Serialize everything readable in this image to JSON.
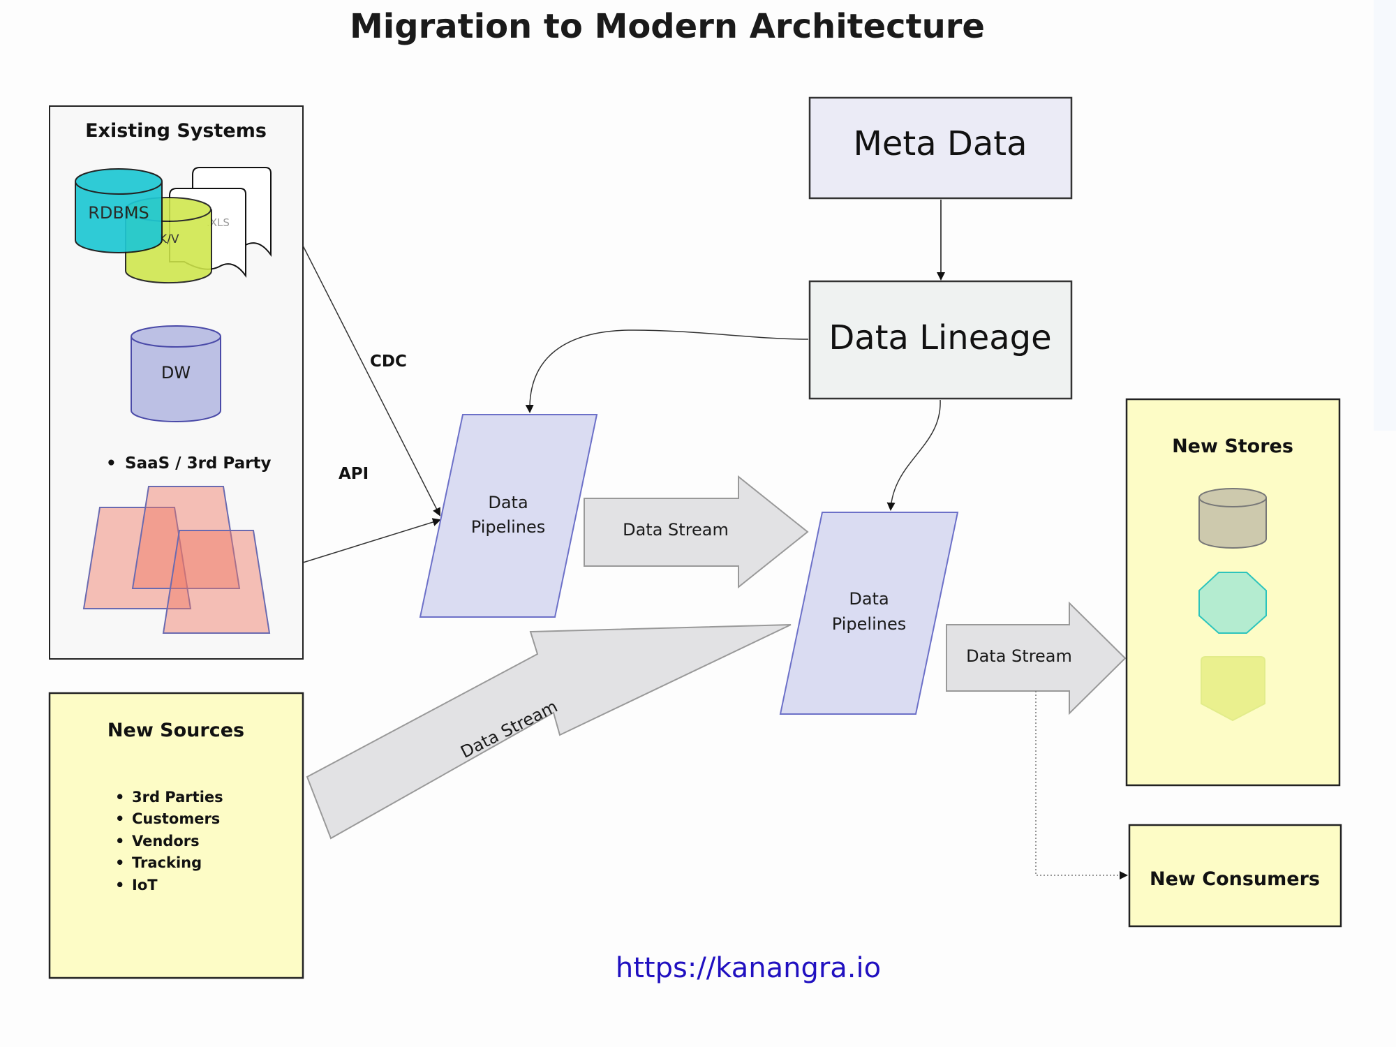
{
  "title": "Migration to Modern Architecture",
  "existing_systems": {
    "heading": "Existing Systems",
    "rdbms_label": "RDBMS",
    "kv_label": "K/V",
    "xls_label": ".XLS",
    "dw_label": "DW",
    "saas_bullet": "•",
    "saas_label": "SaaS / 3rd Party"
  },
  "connectors": {
    "cdc_label": "CDC",
    "api_label": "API"
  },
  "meta_data": {
    "label": "Meta Data"
  },
  "data_lineage": {
    "label": "Data Lineage"
  },
  "pipeline_1": {
    "line1": "Data",
    "line2": "Pipelines"
  },
  "pipeline_2": {
    "line1": "Data",
    "line2": "Pipelines"
  },
  "stream_1": {
    "label": "Data Stream"
  },
  "stream_2": {
    "label": "Data Stream"
  },
  "stream_3": {
    "label": "Data Stream"
  },
  "new_sources": {
    "heading": "New Sources",
    "bullet": "•",
    "items": [
      "3rd Parties",
      "Customers",
      "Vendors",
      "Tracking",
      "IoT"
    ]
  },
  "new_stores": {
    "heading": "New Stores"
  },
  "new_consumers": {
    "label": "New Consumers"
  },
  "footer": {
    "url": "https://kanangra.io"
  },
  "colors": {
    "rdbms": "#1ec8d4",
    "kv": "#cfe64a",
    "dw": "#bcc0e4",
    "pipeline": "#dadcf2",
    "stream": "#e2e2e4",
    "yellow_box": "#fdfcc6",
    "url": "#2010c0"
  }
}
